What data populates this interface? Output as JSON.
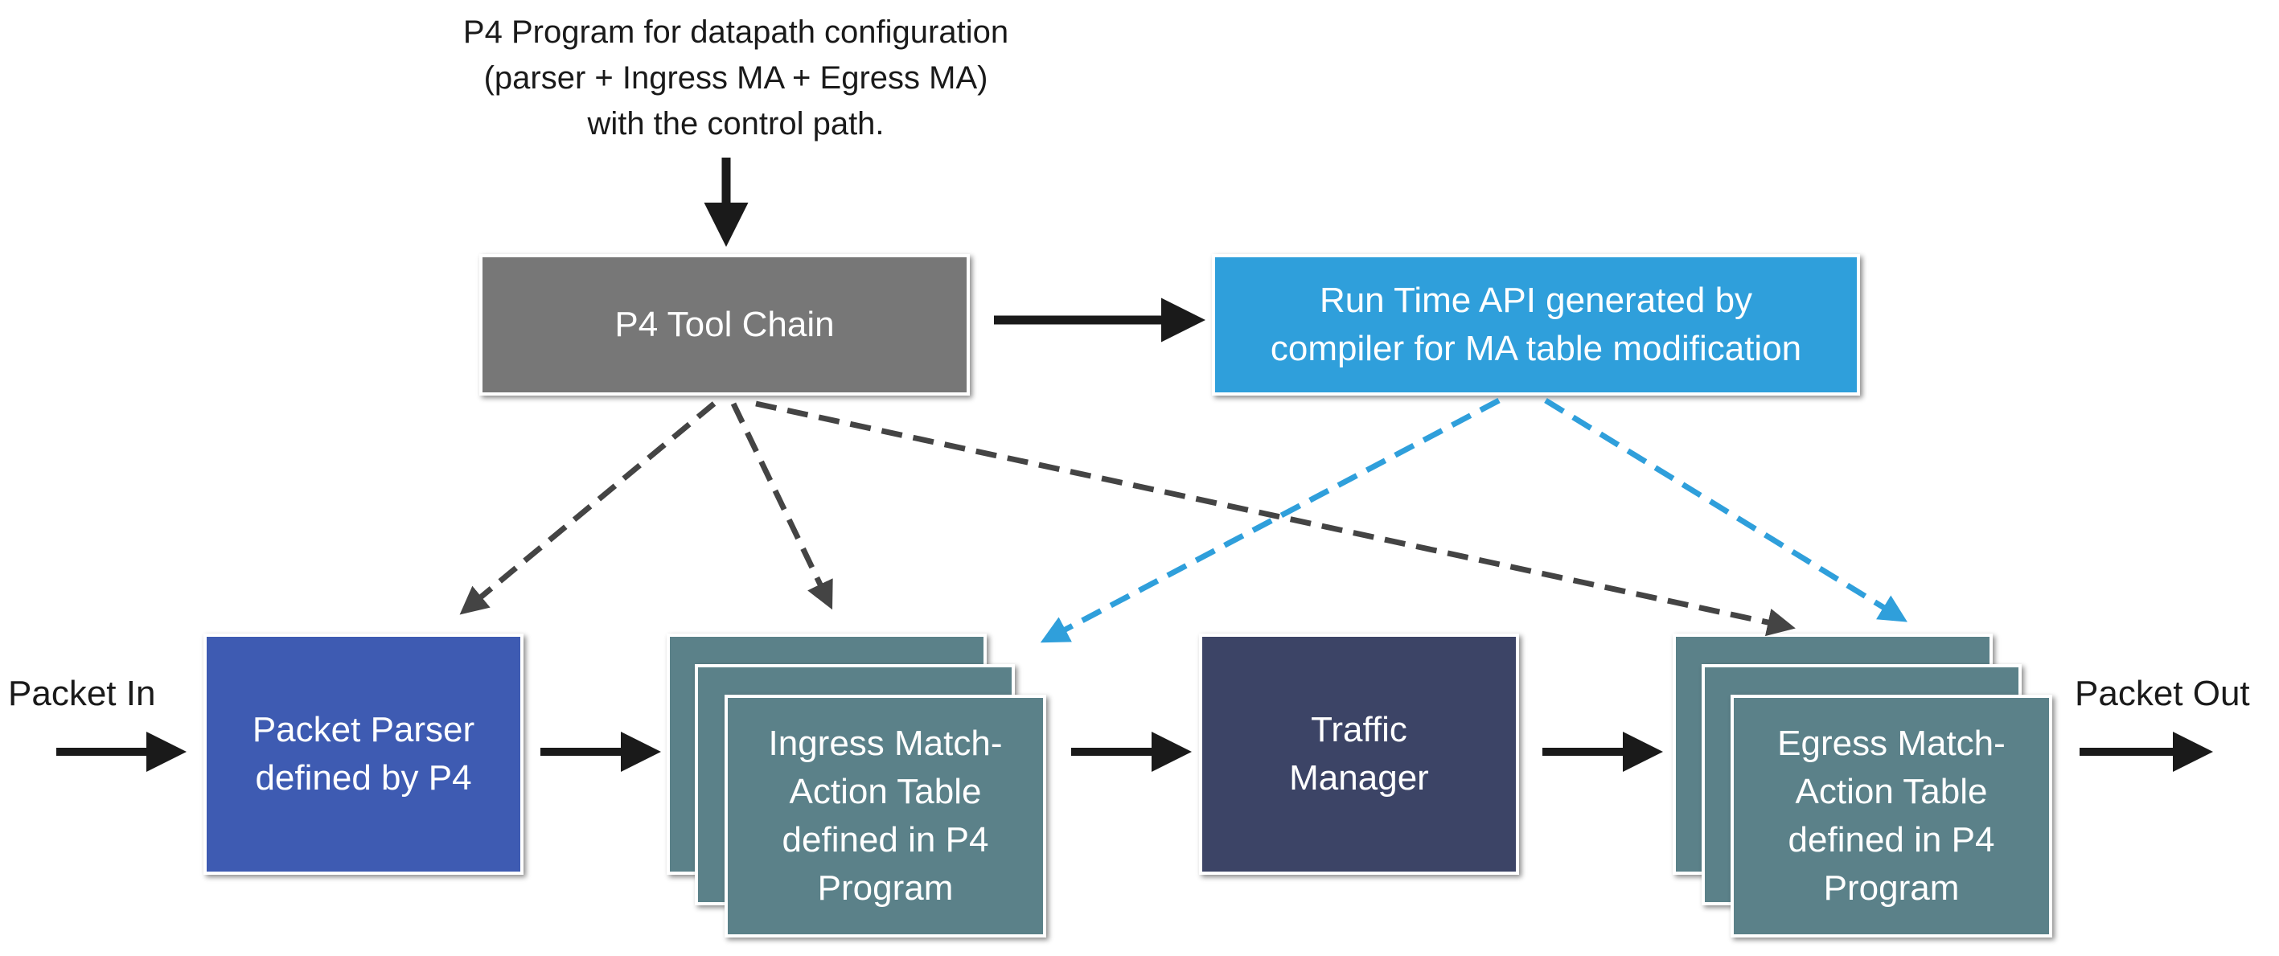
{
  "top_note": "P4 Program for datapath configuration\n(parser + Ingress MA + Egress MA)\nwith the control path.",
  "boxes": {
    "toolchain": "P4 Tool Chain",
    "runtime_api": "Run Time API generated by\ncompiler for MA table modification",
    "packet_parser": "Packet Parser\ndefined by P4",
    "ingress_table": "Ingress Match-\nAction Table\ndefined in P4\nProgram",
    "traffic_manager": "Traffic\nManager",
    "egress_table": "Egress Match-\nAction Table\ndefined in P4\nProgram"
  },
  "io_labels": {
    "packet_in": "Packet In",
    "packet_out": "Packet Out"
  },
  "colors": {
    "toolchain": "#777777",
    "runtime_api": "#2f9fdb",
    "packet_parser": "#3e5bb2",
    "match_action": "#5b8189",
    "traffic_manager": "#3c4466",
    "arrow_dark": "#1a1a1a",
    "dashed_gray": "#444444",
    "dashed_blue": "#2f9fdb"
  }
}
